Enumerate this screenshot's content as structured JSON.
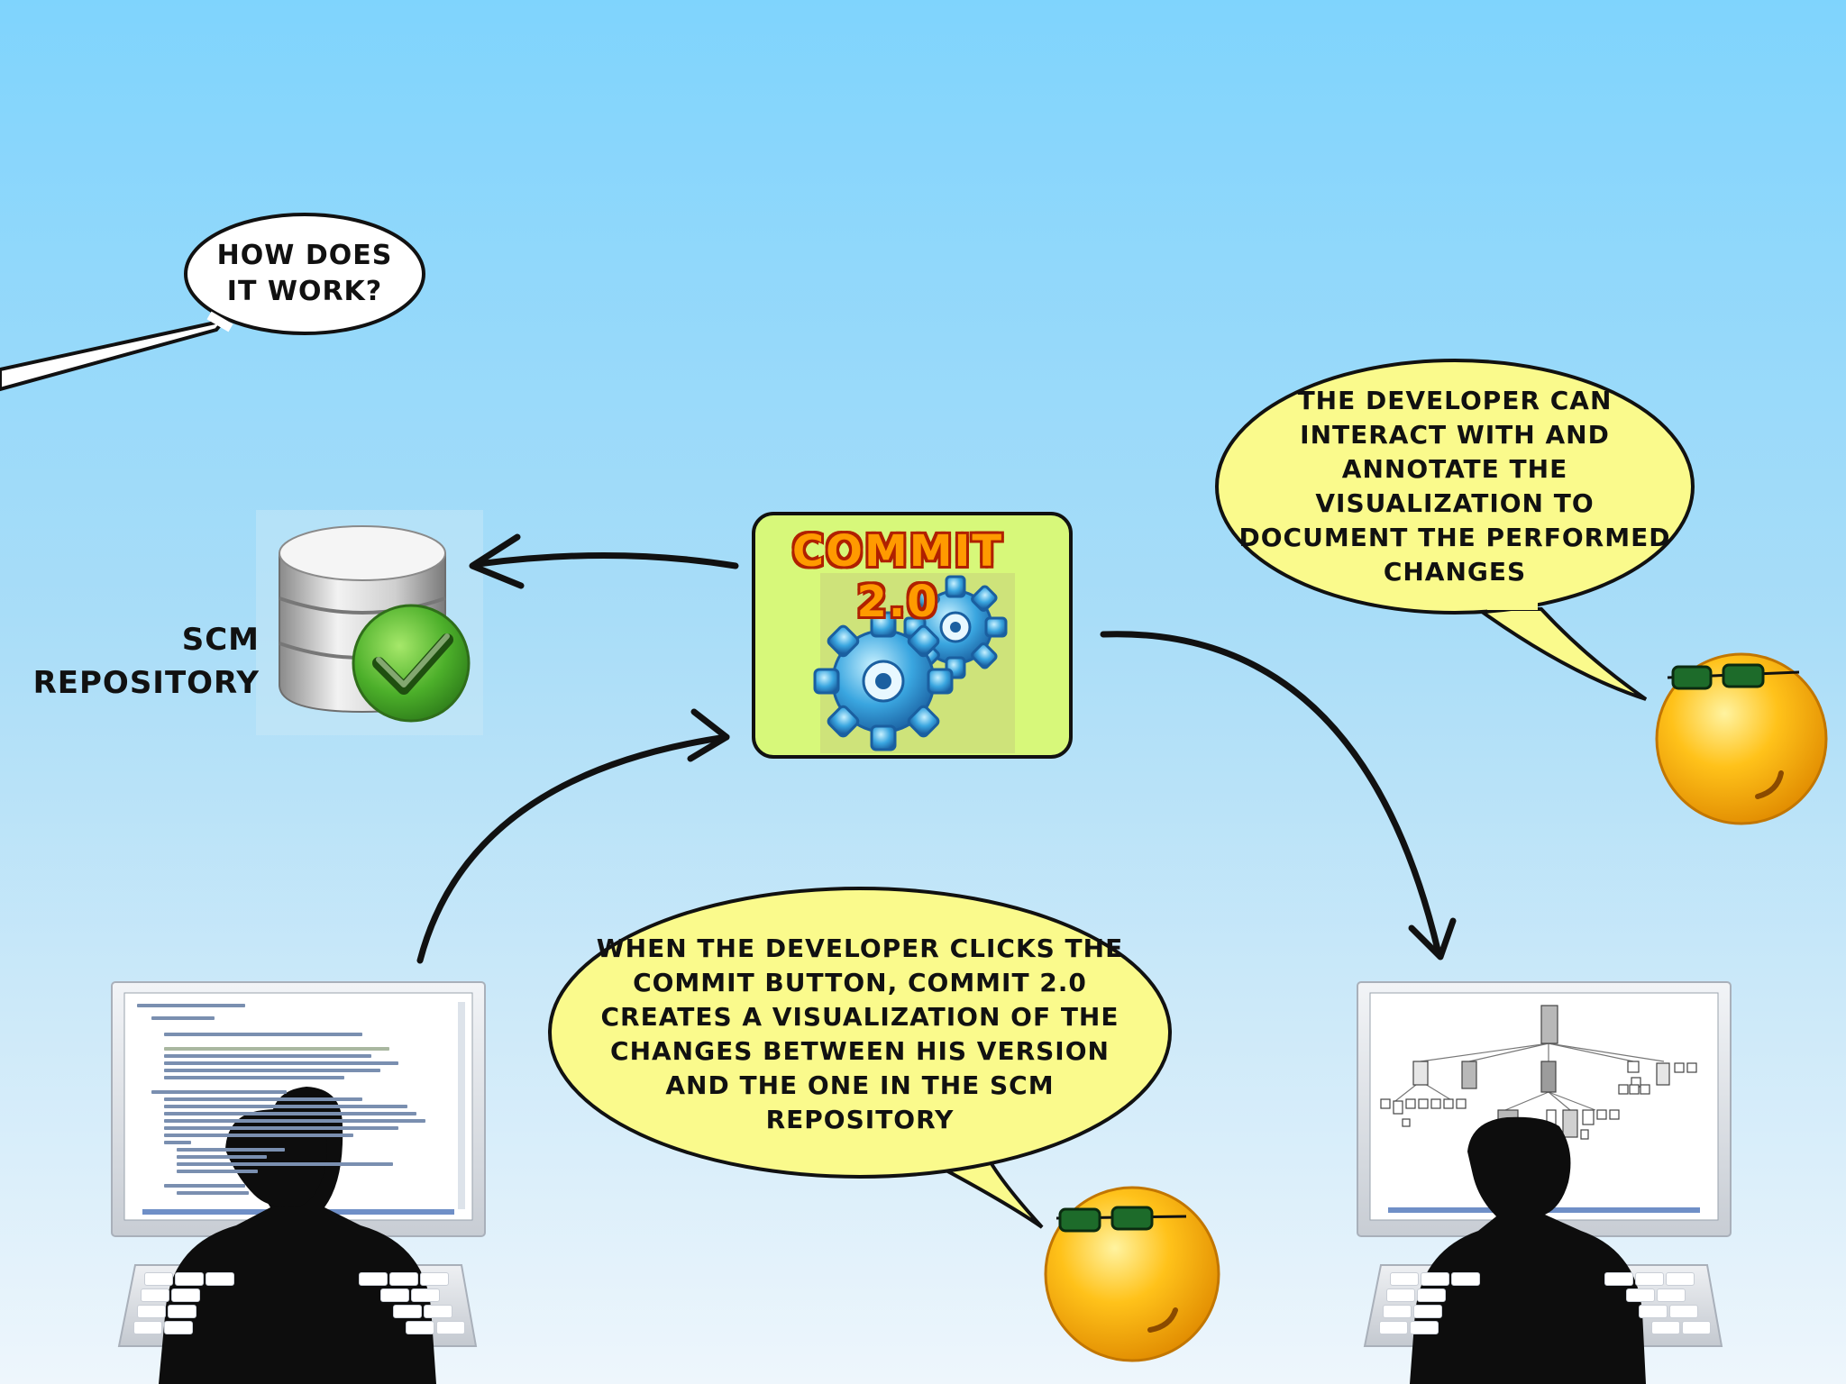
{
  "bubbles": {
    "how_it_works": "HOW DOES IT WORK?",
    "annotate": "THE DEVELOPER CAN INTERACT WITH AND ANNOTATE THE VISUALIZATION TO DOCUMENT THE PERFORMED CHANGES",
    "commit_click": "WHEN THE DEVELOPER CLICKS THE COMMIT BUTTON, COMMIT 2.0 CREATES A VISUALIZATION OF THE CHANGES BETWEEN HIS VERSION AND THE ONE IN THE SCM REPOSITORY"
  },
  "repository": {
    "label_line1": "SCM",
    "label_line2": "REPOSITORY"
  },
  "commit_box": {
    "title": "COMMIT 2.0"
  },
  "icons": {
    "database": "database-icon",
    "checkmark": "checkmark-icon",
    "gears": "gears-icon",
    "smiley": "smiley-sunglasses-icon",
    "developer": "developer-silhouette-icon",
    "monitor": "monitor-icon",
    "keyboard": "keyboard-icon"
  },
  "colors": {
    "bubble_yellow": "#fafa8c",
    "commit_box_green": "#d7f87a",
    "commit_title_orange": "#ff9a00",
    "sky_top": "#7fd4fd",
    "check_green": "#4caf2a",
    "gear_blue": "#3aa6e0"
  }
}
